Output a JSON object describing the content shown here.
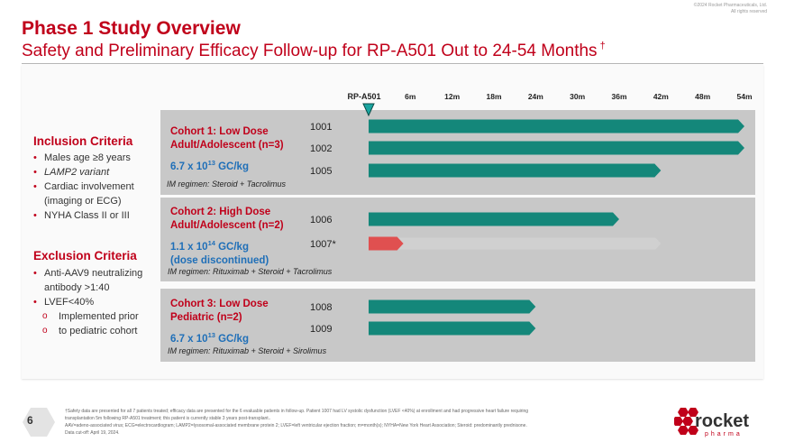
{
  "copyright": [
    "©2024 Rocket Pharmaceuticals, Ltd.",
    "All rights reserved"
  ],
  "title": "Phase 1 Study Overview",
  "subtitle": "Safety and Preliminary Efficacy Follow-up for RP-A501 Out to 24-54 Months",
  "subtitle_mark": "†",
  "inclusion": {
    "heading": "Inclusion Criteria",
    "items": [
      "Males age ≥8 years",
      "LAMP2 variant",
      "Cardiac involvement",
      "(imaging or ECG)",
      "NYHA Class II or III"
    ]
  },
  "exclusion": {
    "heading": "Exclusion Criteria",
    "items": [
      "Anti-AAV9 neutralizing",
      "antibody >1:40",
      "LVEF<40%",
      "Implemented prior",
      "to pediatric cohort"
    ]
  },
  "cohorts": [
    {
      "title_lines": [
        "Cohort 1: Low Dose",
        "Adult/Adolescent (n=3)"
      ],
      "dose_base": "6.7 x 10",
      "dose_exp": "13",
      "dose_unit": " GC/kg",
      "dose_note": "",
      "im_regimen": "IM regimen: Steroid + Tacrolimus"
    },
    {
      "title_lines": [
        "Cohort 2: High Dose",
        "Adult/Adolescent (n=2)"
      ],
      "dose_base": "1.1 x 10",
      "dose_exp": "14",
      "dose_unit": " GC/kg",
      "dose_note": "(dose discontinued)",
      "im_regimen": "IM regimen: Rituximab + Steroid + Tacrolimus"
    },
    {
      "title_lines": [
        "Cohort 3: Low Dose",
        "Pediatric (n=2)"
      ],
      "dose_base": "6.7 x 10",
      "dose_exp": "13",
      "dose_unit": " GC/kg",
      "dose_note": "",
      "im_regimen": "IM regimen: Rituximab + Steroid + Sirolimus"
    }
  ],
  "chart_data": {
    "type": "bar",
    "orientation": "horizontal",
    "xaxis_origin_label": "RP-A501",
    "xticks": [
      "6m",
      "12m",
      "18m",
      "24m",
      "30m",
      "36m",
      "42m",
      "48m",
      "54m"
    ],
    "xtick_values": [
      6,
      12,
      18,
      24,
      30,
      36,
      42,
      48,
      54
    ],
    "xlim": [
      0,
      54
    ],
    "patients": [
      {
        "id": "1001",
        "cohort": 1,
        "months": 54,
        "color": "#14877a"
      },
      {
        "id": "1002",
        "cohort": 1,
        "months": 54,
        "color": "#14877a"
      },
      {
        "id": "1005",
        "cohort": 1,
        "months": 42,
        "color": "#14877a"
      },
      {
        "id": "1006",
        "cohort": 2,
        "months": 36,
        "color": "#14877a"
      },
      {
        "id": "1007*",
        "cohort": 2,
        "months": 5,
        "color": "#e05050",
        "extended_months": 42,
        "extended_color": "#d0d0d0"
      },
      {
        "id": "1008",
        "cohort": 3,
        "months": 24,
        "color": "#14877a"
      },
      {
        "id": "1009",
        "cohort": 3,
        "months": 24,
        "color": "#14877a"
      }
    ],
    "marker_color": "#1aa5a0"
  },
  "footnote": [
    "†Safety data are presented for all 7 patients treated; efficacy data are presented for the 6 evaluable patients in follow-up. Patient 1007 had LV systolic dysfunction (LVEF <40%) at enrollment and had progressive heart failure requiring",
    "transplantation 5m following RP-A501 treatment; this patient is currently stable 3 years post-transplant..",
    "AAV=adeno-associated virus; ECG=electrocardiogram; LAMP2=lysosomal-associated membrane protein 2; LVEF=left ventricular ejection fraction; m=month(s); NYHA=New York Heart Association; Steroid: predominantly prednisone.",
    "Data cut-off: April 19, 2024."
  ],
  "page_number": "6",
  "logo": {
    "name": "rocket",
    "sub": "pharma",
    "color": "#c0001a"
  }
}
